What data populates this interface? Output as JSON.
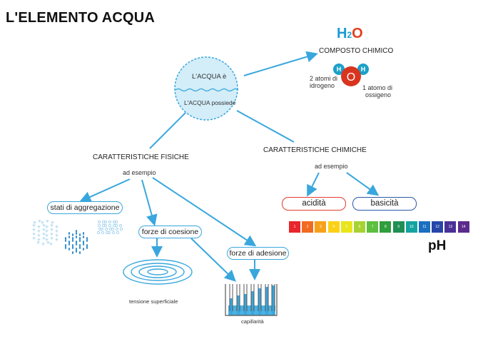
{
  "title": "L'ELEMENTO ACQUA",
  "formula": {
    "h": "H",
    "sub": "2",
    "o": "O"
  },
  "compound": "COMPOSTO CHIMICO",
  "molecule": {
    "h_label": "H",
    "o_label": "O",
    "hydrogen_note_1": "2 atomi di",
    "hydrogen_note_2": "idrogeno",
    "oxygen_note_1": "1 atomo di",
    "oxygen_note_2": "ossigeno"
  },
  "circle": {
    "top": "L'ACQUA è",
    "bottom": "L'ACQUA possiede"
  },
  "physical": {
    "title": "CARATTERISTICHE FISICHE",
    "example": "ad esempio"
  },
  "chemical": {
    "title": "CARATTERISTICHE CHIMICHE",
    "example": "ad esempio"
  },
  "nodes": {
    "states": "stati di aggregazione",
    "cohesion": "forze di coesione",
    "adhesion": "forze di adesione",
    "acidity": "acidità",
    "basicity": "basicità"
  },
  "captions": {
    "surface_tension": "tensione superficiale",
    "capillarity": "capillarità"
  },
  "ph": {
    "label": "pH",
    "scale": [
      "1",
      "2",
      "3",
      "4",
      "5",
      "6",
      "7",
      "8",
      "9",
      "10",
      "11",
      "12",
      "13",
      "14"
    ],
    "colors": [
      "#e8262b",
      "#f26a21",
      "#f7a11a",
      "#fbd118",
      "#e8e51a",
      "#a8d233",
      "#5cbf3e",
      "#2f9e3c",
      "#1f8f55",
      "#14a3a0",
      "#1a6fc1",
      "#2546a8",
      "#4a2f96",
      "#5a2a8c"
    ]
  },
  "colors": {
    "accent": "#39a7dd",
    "acid": "#e23a2f",
    "base": "#2a58a8",
    "oxygen": "#d8341e",
    "hydrogen": "#1aa0c8"
  }
}
